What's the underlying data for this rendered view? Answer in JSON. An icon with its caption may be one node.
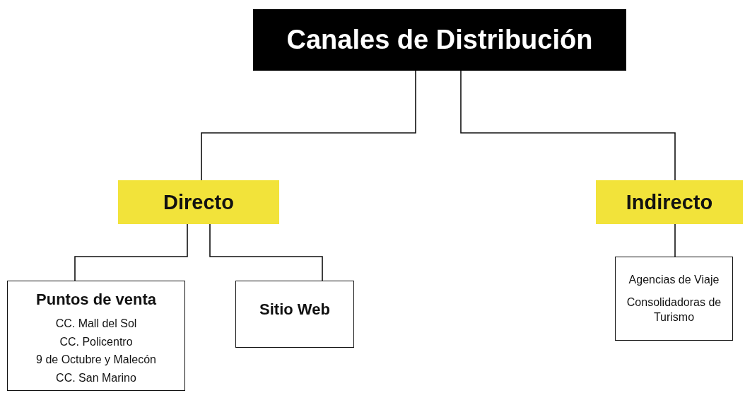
{
  "diagram": {
    "nodes": [
      {
        "text": [
          "Canales de Distribución"
        ]
      },
      {
        "text": [
          "Directo"
        ]
      },
      {
        "text": [
          "Indirecto"
        ]
      },
      {
        "text": [
          "Puntos de venta",
          "CC. Mall del Sol",
          "CC. Policentro",
          "9 de Octubre y Malecón",
          "CC. San Marino"
        ]
      },
      {
        "text": [
          "Sitio Web"
        ]
      },
      {
        "text": [
          "Agencias de Viaje",
          "Consolidadoras de Turismo"
        ]
      }
    ],
    "edges": [
      {
        "from": 0,
        "to": 1,
        "arrow": "none"
      },
      {
        "from": 0,
        "to": 2,
        "arrow": "none"
      },
      {
        "from": 1,
        "to": 3,
        "arrow": "none"
      },
      {
        "from": 1,
        "to": 4,
        "arrow": "none"
      },
      {
        "from": 2,
        "to": 5,
        "arrow": "none"
      }
    ]
  }
}
